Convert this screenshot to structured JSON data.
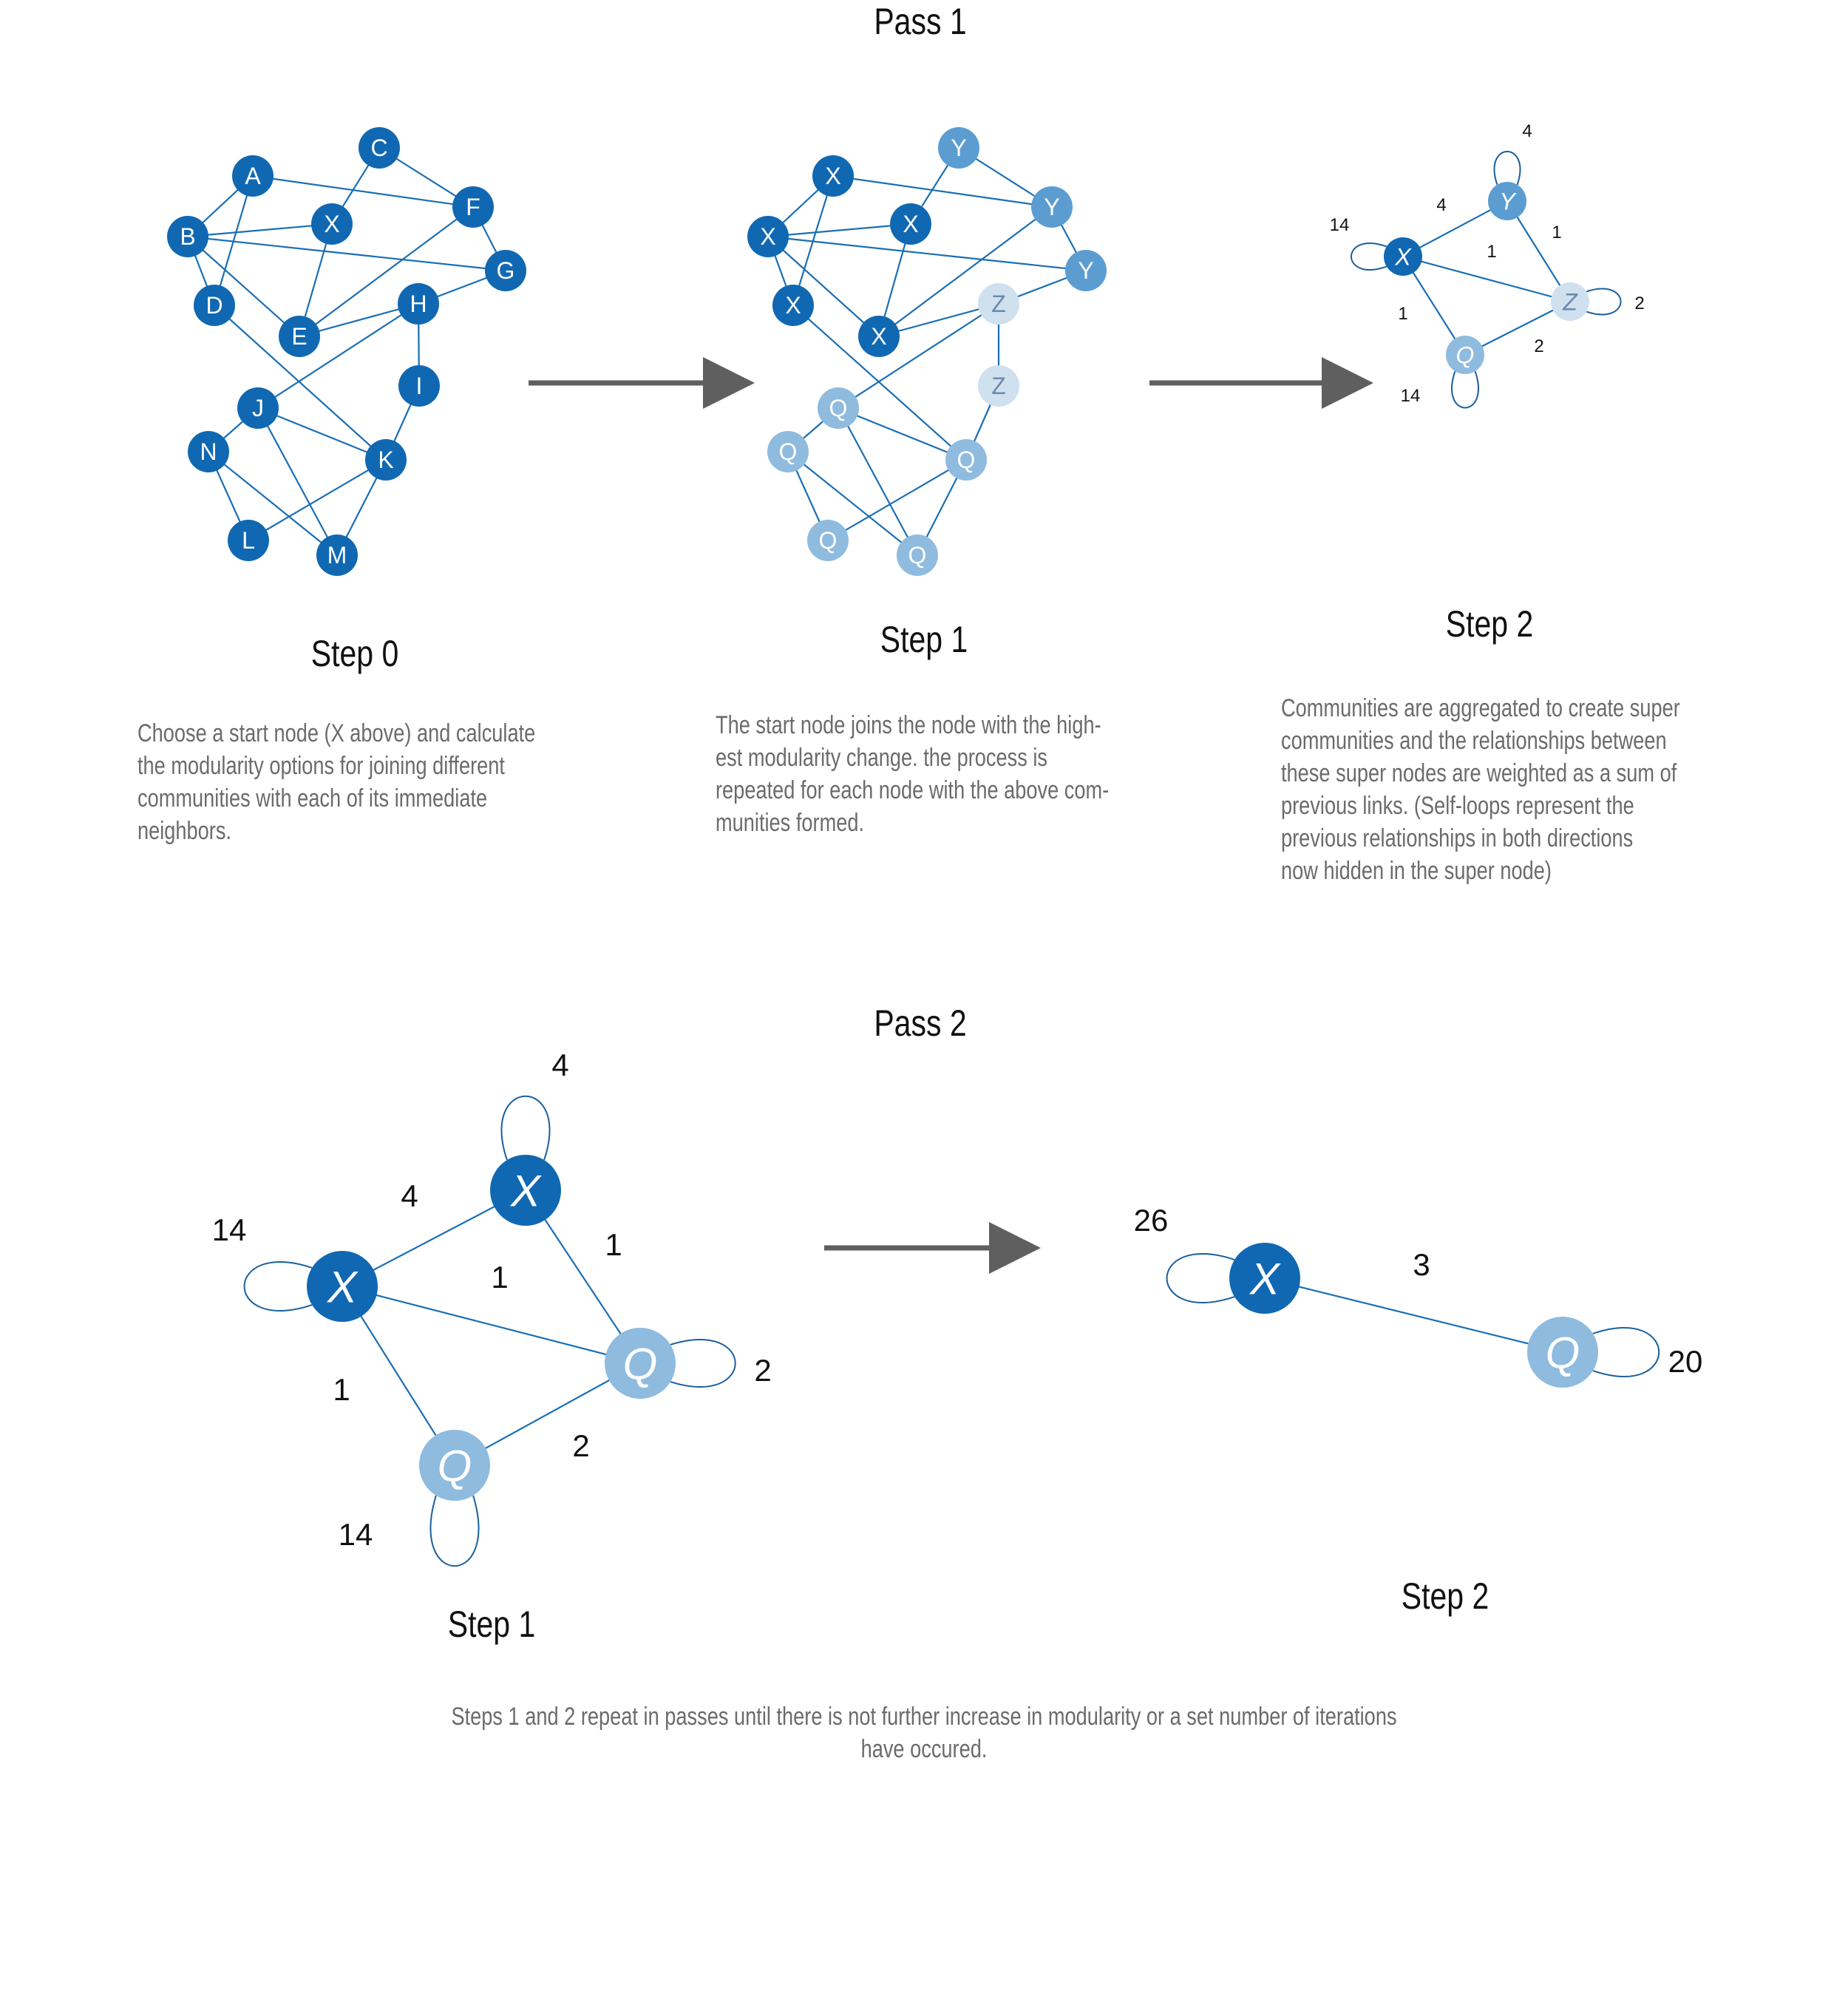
{
  "headings": {
    "pass1": "Pass 1",
    "pass2": "Pass 2",
    "p1_step0": "Step 0",
    "p1_step1": "Step 1",
    "p1_step2": "Step 2",
    "p2_step1": "Step 1",
    "p2_step2": "Step 2"
  },
  "captions": {
    "step0": "Choose a start node (X above) and calculate\nthe modularity options for joining different\ncommunities with each of its immediate\nneighbors.",
    "step1": "The start node joins the node with the high-\nest modularity change. the process is\nrepeated for each node with the above com-\nmunities formed.",
    "step2": "Communities are aggregated to create super\ncommunities and the relationships between\nthese super nodes are weighted as a sum of\nprevious links. (Self-loops represent the\nprevious relationships in both directions\nnow hidden in the super node)",
    "footer": "Steps 1 and 2 repeat in passes until there is not further increase in modularity or a set number of iterations\nhave occured."
  },
  "colors": {
    "dark": "#1068b2",
    "medium": "#5c9dd1",
    "light": "#8fbbdf",
    "pale": "#cfe0ef",
    "edge": "#1a6fb5",
    "arrow": "#5f5f5f",
    "loop": "#1a5f9e"
  },
  "graphs": {
    "step0": {
      "nodes": [
        {
          "id": "A",
          "label": "A",
          "color": "dark"
        },
        {
          "id": "C",
          "label": "C",
          "color": "dark"
        },
        {
          "id": "B",
          "label": "B",
          "color": "dark"
        },
        {
          "id": "X",
          "label": "X",
          "color": "dark"
        },
        {
          "id": "F",
          "label": "F",
          "color": "dark"
        },
        {
          "id": "G",
          "label": "G",
          "color": "dark"
        },
        {
          "id": "D",
          "label": "D",
          "color": "dark"
        },
        {
          "id": "E",
          "label": "E",
          "color": "dark"
        },
        {
          "id": "H",
          "label": "H",
          "color": "dark"
        },
        {
          "id": "I",
          "label": "I",
          "color": "dark"
        },
        {
          "id": "J",
          "label": "J",
          "color": "dark"
        },
        {
          "id": "N",
          "label": "N",
          "color": "dark"
        },
        {
          "id": "K",
          "label": "K",
          "color": "dark"
        },
        {
          "id": "L",
          "label": "L",
          "color": "dark"
        },
        {
          "id": "M",
          "label": "M",
          "color": "dark"
        }
      ],
      "edges": [
        [
          "A",
          "B"
        ],
        [
          "A",
          "D"
        ],
        [
          "A",
          "F"
        ],
        [
          "C",
          "X"
        ],
        [
          "C",
          "F"
        ],
        [
          "B",
          "X"
        ],
        [
          "B",
          "G"
        ],
        [
          "B",
          "D"
        ],
        [
          "B",
          "E"
        ],
        [
          "X",
          "E"
        ],
        [
          "F",
          "E"
        ],
        [
          "F",
          "G"
        ],
        [
          "G",
          "H"
        ],
        [
          "E",
          "H"
        ],
        [
          "H",
          "I"
        ],
        [
          "H",
          "J"
        ],
        [
          "I",
          "K"
        ],
        [
          "D",
          "K"
        ],
        [
          "J",
          "K"
        ],
        [
          "J",
          "N"
        ],
        [
          "J",
          "M"
        ],
        [
          "N",
          "L"
        ],
        [
          "N",
          "M"
        ],
        [
          "K",
          "L"
        ],
        [
          "K",
          "M"
        ]
      ]
    },
    "step1": {
      "nodes": [
        {
          "id": "X1",
          "label": "X",
          "color": "dark"
        },
        {
          "id": "Y1",
          "label": "Y",
          "color": "medium"
        },
        {
          "id": "X2",
          "label": "X",
          "color": "dark"
        },
        {
          "id": "X3",
          "label": "X",
          "color": "dark"
        },
        {
          "id": "Y2",
          "label": "Y",
          "color": "medium"
        },
        {
          "id": "Y3",
          "label": "Y",
          "color": "medium"
        },
        {
          "id": "X4",
          "label": "X",
          "color": "dark"
        },
        {
          "id": "X5",
          "label": "X",
          "color": "dark"
        },
        {
          "id": "Z1",
          "label": "Z",
          "color": "pale"
        },
        {
          "id": "Z2",
          "label": "Z",
          "color": "pale"
        },
        {
          "id": "Q1",
          "label": "Q",
          "color": "light"
        },
        {
          "id": "Q2",
          "label": "Q",
          "color": "light"
        },
        {
          "id": "Q3",
          "label": "Q",
          "color": "light"
        },
        {
          "id": "Q4",
          "label": "Q",
          "color": "light"
        },
        {
          "id": "Q5",
          "label": "Q",
          "color": "light"
        }
      ],
      "edges": [
        [
          "X1",
          "X2"
        ],
        [
          "X1",
          "X4"
        ],
        [
          "X1",
          "Y2"
        ],
        [
          "Y1",
          "X3"
        ],
        [
          "Y1",
          "Y2"
        ],
        [
          "X2",
          "X3"
        ],
        [
          "X2",
          "Y3"
        ],
        [
          "X2",
          "X4"
        ],
        [
          "X2",
          "X5"
        ],
        [
          "X3",
          "X5"
        ],
        [
          "Y2",
          "X5"
        ],
        [
          "Y2",
          "Y3"
        ],
        [
          "Y3",
          "Z1"
        ],
        [
          "X5",
          "Z1"
        ],
        [
          "Z1",
          "Z2"
        ],
        [
          "Z1",
          "Q1"
        ],
        [
          "Z2",
          "Q3"
        ],
        [
          "X4",
          "Q3"
        ],
        [
          "Q1",
          "Q3"
        ],
        [
          "Q1",
          "Q2"
        ],
        [
          "Q1",
          "Q5"
        ],
        [
          "Q2",
          "Q4"
        ],
        [
          "Q2",
          "Q5"
        ],
        [
          "Q3",
          "Q4"
        ],
        [
          "Q3",
          "Q5"
        ]
      ]
    }
  },
  "super_graphs": {
    "p1_step2": {
      "nodes": [
        {
          "id": "X",
          "label": "X",
          "color": "dark",
          "loop": "14"
        },
        {
          "id": "Y",
          "label": "Y",
          "color": "medium",
          "loop": "4"
        },
        {
          "id": "Z",
          "label": "Z",
          "color": "pale",
          "loop": "2"
        },
        {
          "id": "Q",
          "label": "Q",
          "color": "light",
          "loop": "14"
        }
      ],
      "edges": [
        {
          "from": "X",
          "to": "Y",
          "weight": "4"
        },
        {
          "from": "Y",
          "to": "Z",
          "weight": "1"
        },
        {
          "from": "X",
          "to": "Z",
          "weight": "1"
        },
        {
          "from": "X",
          "to": "Q",
          "weight": "1"
        },
        {
          "from": "Q",
          "to": "Z",
          "weight": "2"
        }
      ]
    },
    "p2_step1": {
      "nodes": [
        {
          "id": "X",
          "label": "X",
          "color": "dark",
          "loop": "14"
        },
        {
          "id": "X2",
          "label": "X",
          "color": "dark",
          "loop": "4"
        },
        {
          "id": "Q2",
          "label": "Q",
          "color": "light",
          "loop": "2"
        },
        {
          "id": "Q",
          "label": "Q",
          "color": "light",
          "loop": "14"
        }
      ],
      "edges": [
        {
          "from": "X",
          "to": "X2",
          "weight": "4"
        },
        {
          "from": "X2",
          "to": "Q2",
          "weight": "1"
        },
        {
          "from": "X",
          "to": "Q2",
          "weight": "1"
        },
        {
          "from": "X",
          "to": "Q",
          "weight": "1"
        },
        {
          "from": "Q",
          "to": "Q2",
          "weight": "2"
        }
      ]
    },
    "p2_step2": {
      "nodes": [
        {
          "id": "X",
          "label": "X",
          "color": "dark",
          "loop": "26"
        },
        {
          "id": "Q",
          "label": "Q",
          "color": "light",
          "loop": "20"
        }
      ],
      "edges": [
        {
          "from": "X",
          "to": "Q",
          "weight": "3"
        }
      ]
    }
  }
}
